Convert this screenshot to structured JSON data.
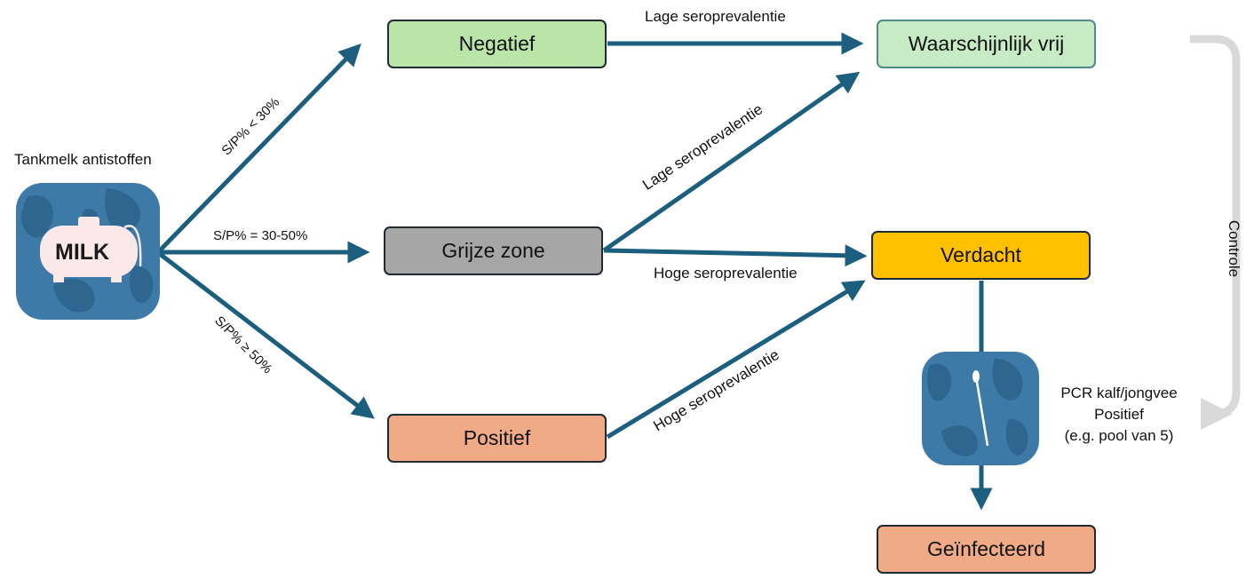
{
  "source": {
    "title": "Tankmelk antistoffen",
    "icon_text": "MILK",
    "icon": "milk-tank-icon"
  },
  "nodes": {
    "negatief": {
      "label": "Negatief",
      "color": "#b9e6a8"
    },
    "grijze_zone": {
      "label": "Grijze zone",
      "color": "#a6a6a6"
    },
    "positief": {
      "label": "Positief",
      "color": "#f0ab86"
    },
    "waarschijnlijk_vrij": {
      "label": "Waarschijnlijk vrij",
      "color": "#c7ebc4"
    },
    "verdacht": {
      "label": "Verdacht",
      "color": "#ffc000"
    },
    "geinfecteerd": {
      "label": "Geïnfecteerd",
      "color": "#f0ab86"
    }
  },
  "edges": {
    "to_negatief": "S/P% < 30%",
    "to_grijze_zone": "S/P% = 30-50%",
    "to_positief": "S/P% ≥ 50%",
    "negatief_to_vrij": "Lage seroprevalentie",
    "grijs_to_vrij": "Lage seroprevalentie",
    "grijs_to_verdacht": "Hoge seroprevalentie",
    "positief_to_verdacht": "Hoge seroprevalentie"
  },
  "pcr": {
    "icon": "swab-icon",
    "lines": [
      "PCR kalf/jongvee",
      "Positief",
      "(e.g. pool van 5)"
    ]
  },
  "loop_label": "Controle",
  "colors": {
    "arrow": "#1b5e7e",
    "tile": "#3d7aa8",
    "tile_dark": "#2f6690",
    "loop": "#d9d9d9"
  }
}
